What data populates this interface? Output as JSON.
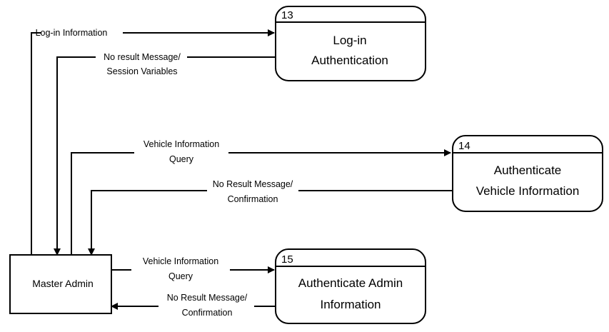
{
  "entity": {
    "label": "Master Admin"
  },
  "processes": [
    {
      "id": "p13",
      "number": "13",
      "lines": [
        "Log-in",
        "Authentication"
      ]
    },
    {
      "id": "p14",
      "number": "14",
      "lines": [
        "Authenticate",
        "Vehicle Information"
      ]
    },
    {
      "id": "p15",
      "number": "15",
      "lines": [
        "Authenticate Admin",
        "Information"
      ]
    }
  ],
  "flows": [
    {
      "id": "login-info",
      "lines": [
        "Log-in Information"
      ]
    },
    {
      "id": "no-result-session",
      "lines": [
        "No result Message/",
        "Session Variables"
      ]
    },
    {
      "id": "vehicle-query-14",
      "lines": [
        "Vehicle Information",
        "Query"
      ]
    },
    {
      "id": "no-result-confirm-14",
      "lines": [
        "No Result Message/",
        "Confirmation"
      ]
    },
    {
      "id": "vehicle-query-15",
      "lines": [
        "Vehicle Information",
        "Query"
      ]
    },
    {
      "id": "no-result-confirm-15",
      "lines": [
        "No Result Message/",
        "Confirmation"
      ]
    }
  ]
}
